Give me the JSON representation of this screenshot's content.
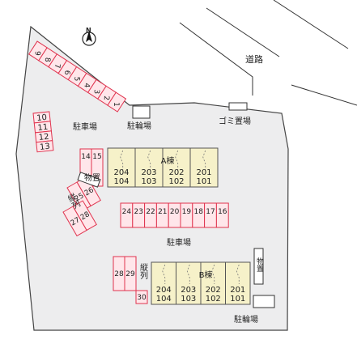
{
  "colors": {
    "site": "#ededee",
    "site_outline": "#444444",
    "parking_fill": "#ffe6ea",
    "parking_stroke": "#e0344f",
    "building_fill": "#f6f1c9",
    "building_stroke": "#555555",
    "facility_fill": "#ffffff",
    "road_line": "#333333",
    "text": "#222222"
  },
  "compass": {
    "icon": "north-arrow-icon",
    "label": "N"
  },
  "road_label": "道路",
  "labels": {
    "parking_left": "駐車場",
    "parking_center": "駐車場",
    "bicycle_top": "駐輪場",
    "bicycle_bottom": "駐輪場",
    "garbage": "ゴミ置場",
    "storage_left": "物置",
    "storage_right": "物置",
    "vertical_parking_left": "縦列",
    "vertical_parking_right": "縦列"
  },
  "parking": {
    "diagonal_row": [
      "9",
      "8",
      "7",
      "6",
      "5",
      "4",
      "3",
      "2",
      "1"
    ],
    "left_column": [
      "10",
      "11",
      "12",
      "13"
    ],
    "pair_upper": [
      "14",
      "15"
    ],
    "tilted_pair_a": [
      "25",
      "26"
    ],
    "tilted_pair_b": [
      "27",
      "28"
    ],
    "middle_row": [
      "24",
      "23",
      "22",
      "21",
      "20",
      "19",
      "18",
      "17",
      "16"
    ],
    "lower_pair": [
      "28",
      "29"
    ],
    "lower_single": [
      "30"
    ]
  },
  "buildings": [
    {
      "name": "A棟",
      "units": [
        {
          "upper": "204",
          "lower": "104"
        },
        {
          "upper": "203",
          "lower": "103"
        },
        {
          "upper": "202",
          "lower": "102"
        },
        {
          "upper": "201",
          "lower": "101"
        }
      ]
    },
    {
      "name": "B棟",
      "units": [
        {
          "upper": "204",
          "lower": "104"
        },
        {
          "upper": "203",
          "lower": "103"
        },
        {
          "upper": "202",
          "lower": "102"
        },
        {
          "upper": "201",
          "lower": "101"
        }
      ]
    }
  ]
}
